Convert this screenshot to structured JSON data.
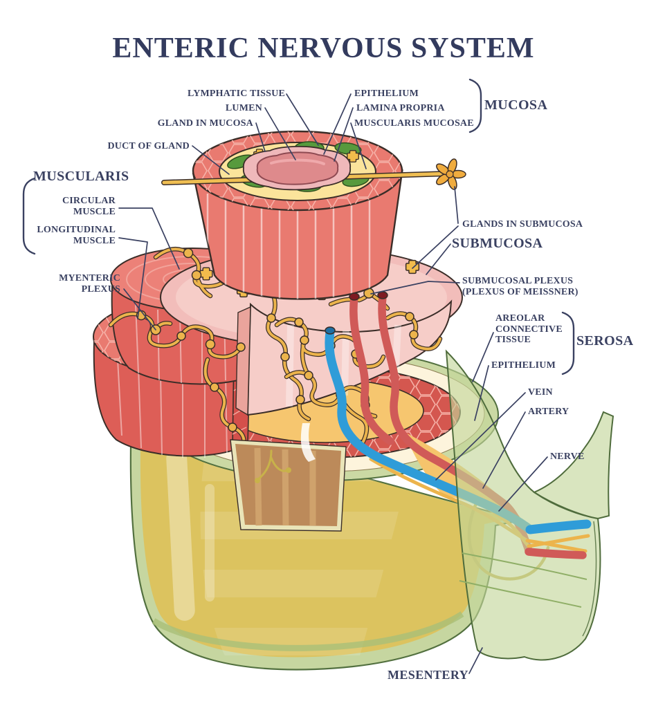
{
  "title": "ENTERIC NERVOUS SYSTEM",
  "labels": {
    "lymphatic_tissue": "LYMPHATIC TISSUE",
    "lumen": "LUMEN",
    "gland_in_mucosa": "GLAND IN MUCOSA",
    "duct_of_gland": "DUCT OF GLAND",
    "epithelium_mucosa": "EPITHELIUM",
    "lamina_propria": "LAMINA PROPRIA",
    "muscularis_mucosae": "MUSCULARIS MUCOSAE",
    "mucosa": "MUCOSA",
    "muscularis": "MUSCULARIS",
    "circular_muscle": "CIRCULAR\nMUSCLE",
    "longitudinal_muscle": "LONGITUDINAL\nMUSCLE",
    "myenteric_plexus": "MYENTERIC\nPLEXUS",
    "glands_in_submucosa": "GLANDS IN SUBMUCOSA",
    "submucosa": "SUBMUCOSA",
    "submucosal_plexus": "SUBMUCOSAL PLEXUS\n(PLEXUS OF MEISSNER)",
    "areolar_connective_tissue": "AREOLAR\nCONNECTIVE\nTISSUE",
    "serosa": "SEROSA",
    "epithelium_serosa": "EPITHELIUM",
    "vein": "VEIN",
    "artery": "ARTERY",
    "nerve": "NERVE",
    "mesentery": "MESENTERY"
  },
  "palette": {
    "label_ink": "#3A4161",
    "title_ink": "#333B5E",
    "muscle_salmon": "#E97A70",
    "muscle_deep_red": "#D4574F",
    "lamina_yellow": "#FBE49B",
    "lymph_green": "#579A3D",
    "nerve_yellow": "#ECB44C",
    "submucosa_pink": "#F6CDC8",
    "vein_blue": "#2F9CD8",
    "artery_red": "#D05A58",
    "serosa_coat_green": "#C6D6A0",
    "mesentery_green": "#BCD098",
    "outer_wall_yellow": "#DCC35F",
    "areolar_cream": "#FDF4DC",
    "areolar_amber": "#F6C66F"
  }
}
